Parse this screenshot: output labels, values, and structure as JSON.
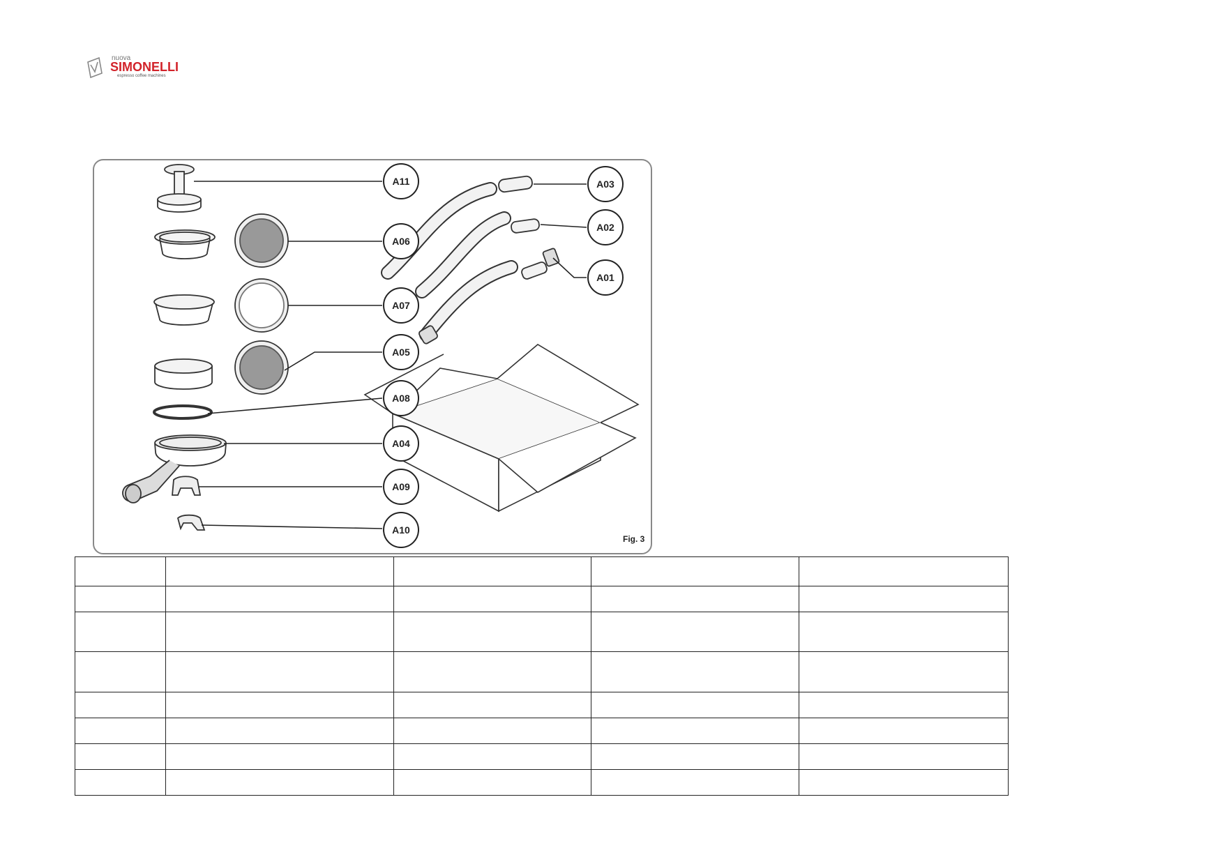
{
  "brand": {
    "small": "nuova",
    "name": "SIMONELLI",
    "tagline": "espresso coffee machines",
    "color": "#d2232a"
  },
  "figure": {
    "caption": "Fig. 3",
    "callouts": [
      "A11",
      "A06",
      "A07",
      "A05",
      "A08",
      "A04",
      "A09",
      "A10",
      "A03",
      "A02",
      "A01"
    ]
  },
  "table": {
    "rows": [
      [
        "",
        "",
        "",
        "",
        ""
      ],
      [
        "",
        "",
        "",
        "",
        ""
      ],
      [
        "",
        "",
        "",
        "",
        ""
      ],
      [
        "",
        "",
        "",
        "",
        ""
      ],
      [
        "",
        "",
        "",
        "",
        ""
      ],
      [
        "",
        "",
        "",
        "",
        ""
      ],
      [
        "",
        "",
        "",
        "",
        ""
      ],
      [
        "",
        "",
        "",
        "",
        ""
      ]
    ]
  }
}
